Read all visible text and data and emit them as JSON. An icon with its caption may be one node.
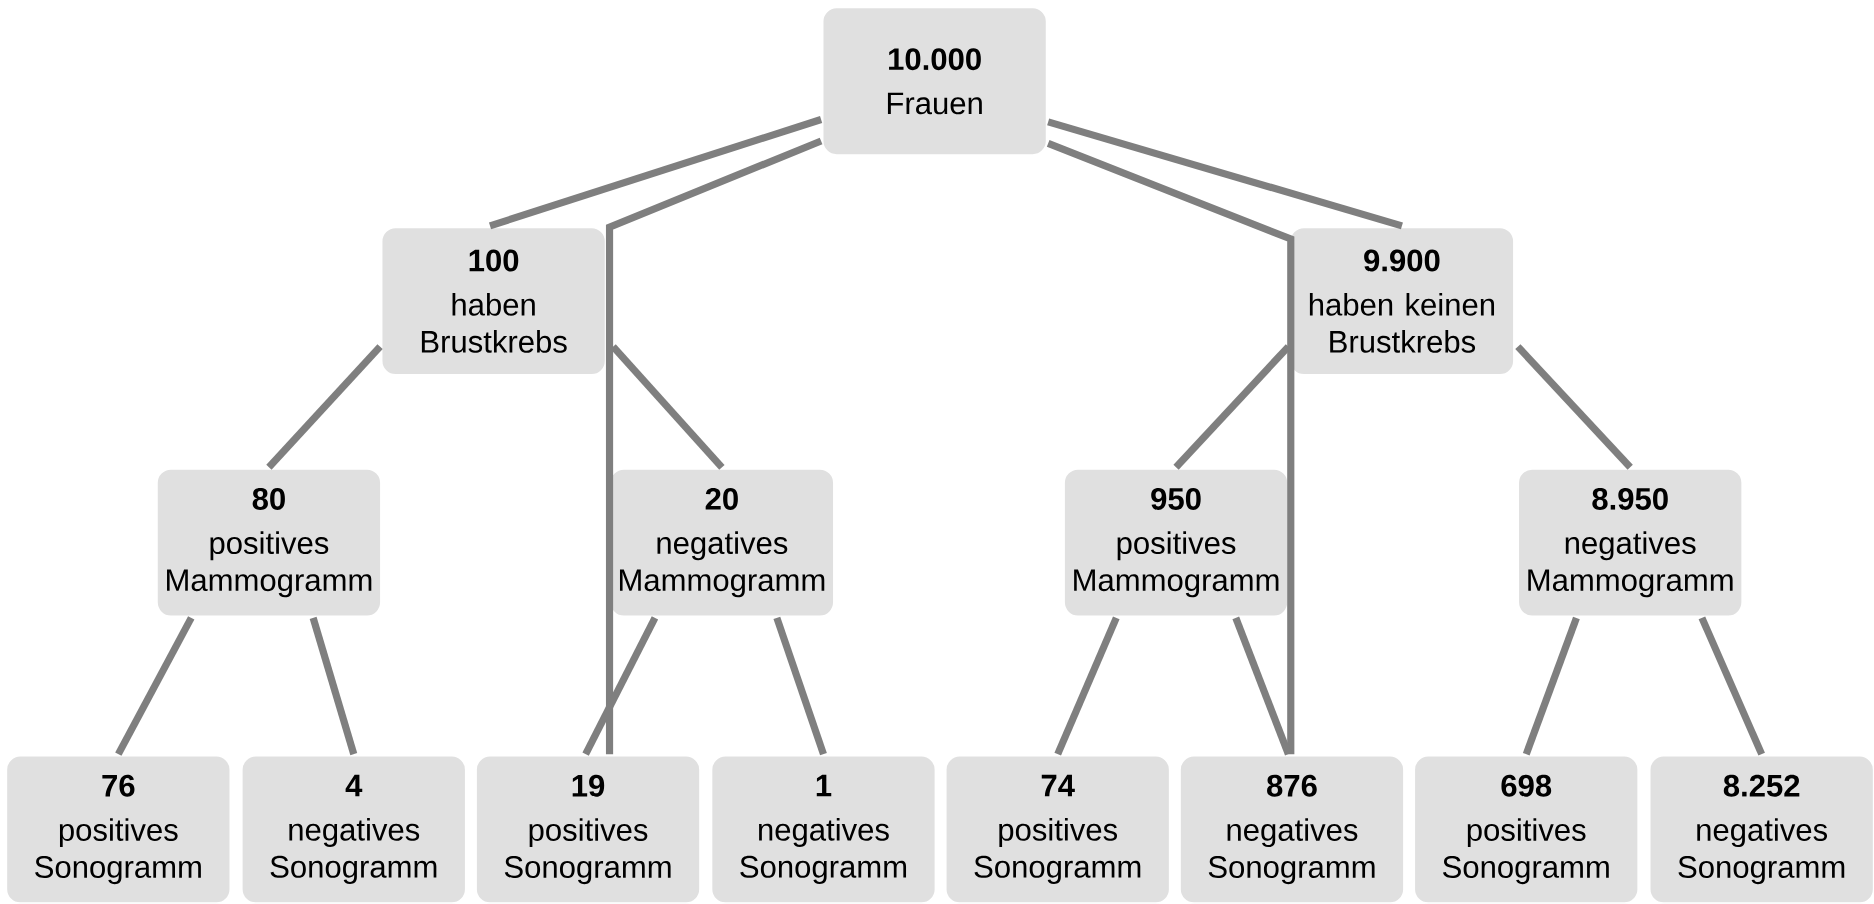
{
  "diagram": {
    "nodes": [
      {
        "text": [
          "10.000",
          "Frauen"
        ]
      },
      {
        "text": [
          "100",
          "haben Brustkrebs"
        ]
      },
      {
        "text": [
          "9.900",
          "haben keinen Brustkrebs"
        ]
      },
      {
        "text": [
          "80",
          "positives Mammogramm"
        ]
      },
      {
        "text": [
          "20",
          "negatives Mammogramm"
        ]
      },
      {
        "text": [
          "950",
          "positives Mammogramm"
        ]
      },
      {
        "text": [
          "8.950",
          "negatives Mammogramm"
        ]
      },
      {
        "text": [
          "76",
          "positives Sonogramm"
        ]
      },
      {
        "text": [
          "4",
          "negatives Sonogramm"
        ]
      },
      {
        "text": [
          "19",
          "positives Sonogramm"
        ]
      },
      {
        "text": [
          "1",
          "negatives Sonogramm"
        ]
      },
      {
        "text": [
          "74",
          "positives Sonogramm"
        ]
      },
      {
        "text": [
          "876",
          "negatives Sonogramm"
        ]
      },
      {
        "text": [
          "698",
          "positives Sonogramm"
        ]
      },
      {
        "text": [
          "8.252",
          "negatives Sonogramm"
        ]
      }
    ],
    "edges": [
      {
        "from": 0,
        "to": 1,
        "arrow": "none"
      },
      {
        "from": 0,
        "to": 9,
        "arrow": "none"
      },
      {
        "from": 0,
        "to": 2,
        "arrow": "none"
      },
      {
        "from": 0,
        "to": 12,
        "arrow": "none"
      },
      {
        "from": 1,
        "to": 3,
        "arrow": "none"
      },
      {
        "from": 1,
        "to": 4,
        "arrow": "none"
      },
      {
        "from": 2,
        "to": 5,
        "arrow": "none"
      },
      {
        "from": 2,
        "to": 6,
        "arrow": "none"
      },
      {
        "from": 3,
        "to": 7,
        "arrow": "none"
      },
      {
        "from": 3,
        "to": 8,
        "arrow": "none"
      },
      {
        "from": 4,
        "to": 9,
        "arrow": "none"
      },
      {
        "from": 4,
        "to": 10,
        "arrow": "none"
      },
      {
        "from": 5,
        "to": 11,
        "arrow": "none"
      },
      {
        "from": 5,
        "to": 12,
        "arrow": "none"
      },
      {
        "from": 6,
        "to": 13,
        "arrow": "none"
      },
      {
        "from": 6,
        "to": 14,
        "arrow": "none"
      }
    ]
  }
}
